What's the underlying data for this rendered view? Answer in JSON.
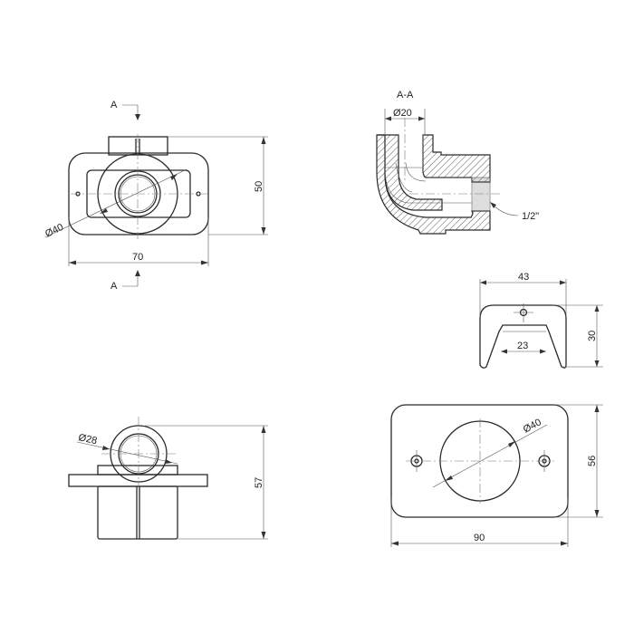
{
  "drawing": {
    "title": "Wall-plate elbow fitting technical drawing",
    "views": {
      "front_view": {
        "section_marker_top": "A",
        "section_marker_bottom": "A",
        "dim_width": "70",
        "dim_height": "50",
        "dim_diameter": "Ø40"
      },
      "section_view": {
        "label": "A-A",
        "dim_diameter": "Ø20",
        "dim_thread": "1/2\""
      },
      "side_profile_view": {
        "dim_width": "43",
        "dim_inner_width": "23",
        "dim_height": "30"
      },
      "bottom_view": {
        "dim_diameter": "Ø28",
        "dim_height": "57"
      },
      "plate_view": {
        "dim_diameter": "Ø40",
        "dim_width": "90",
        "dim_height": "56"
      }
    }
  }
}
